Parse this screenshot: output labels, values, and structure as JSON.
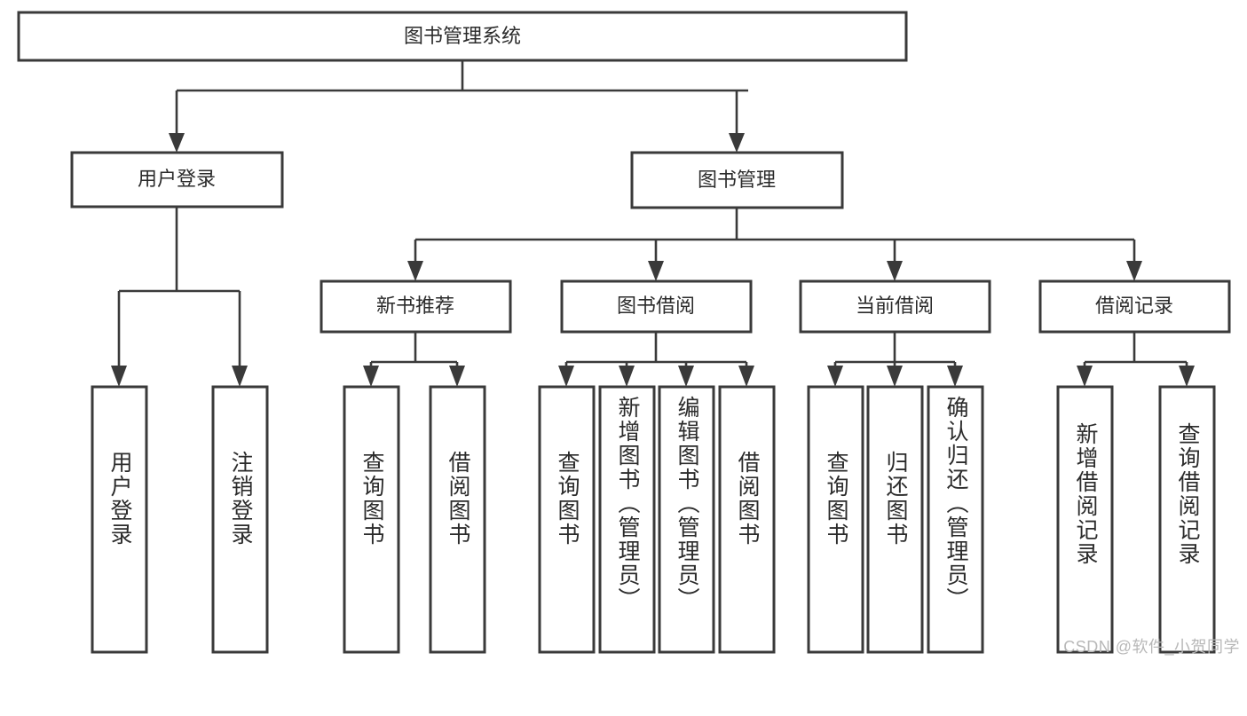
{
  "diagram": {
    "type": "tree-hierarchy-flowchart",
    "title": "图书管理系统",
    "background_color": "#ffffff",
    "box_stroke_color": "#3a3a3a",
    "box_fill_color": "#ffffff",
    "text_color": "#2b2b2b",
    "root": {
      "label": "图书管理系统"
    },
    "level1": [
      {
        "label": "用户登录"
      },
      {
        "label": "图书管理"
      }
    ],
    "level2": [
      {
        "label": "新书推荐",
        "parent": "图书管理"
      },
      {
        "label": "图书借阅",
        "parent": "图书管理"
      },
      {
        "label": "当前借阅",
        "parent": "图书管理"
      },
      {
        "label": "借阅记录",
        "parent": "图书管理"
      }
    ],
    "leaves": {
      "用户登录": [
        {
          "label": "用户登录"
        },
        {
          "label": "注销登录"
        }
      ],
      "新书推荐": [
        {
          "label": "查询图书"
        },
        {
          "label": "借阅图书"
        }
      ],
      "图书借阅": [
        {
          "label": "查询图书"
        },
        {
          "label": "新增图书（管理员）"
        },
        {
          "label": "编辑图书（管理员）"
        },
        {
          "label": "借阅图书"
        }
      ],
      "当前借阅": [
        {
          "label": "查询图书"
        },
        {
          "label": "归还图书"
        },
        {
          "label": "确认归还（管理员）"
        }
      ],
      "借阅记录": [
        {
          "label": "新增借阅记录"
        },
        {
          "label": "查询借阅记录"
        }
      ]
    }
  },
  "watermark": {
    "text": "CSDN @软件_小贺同学"
  }
}
